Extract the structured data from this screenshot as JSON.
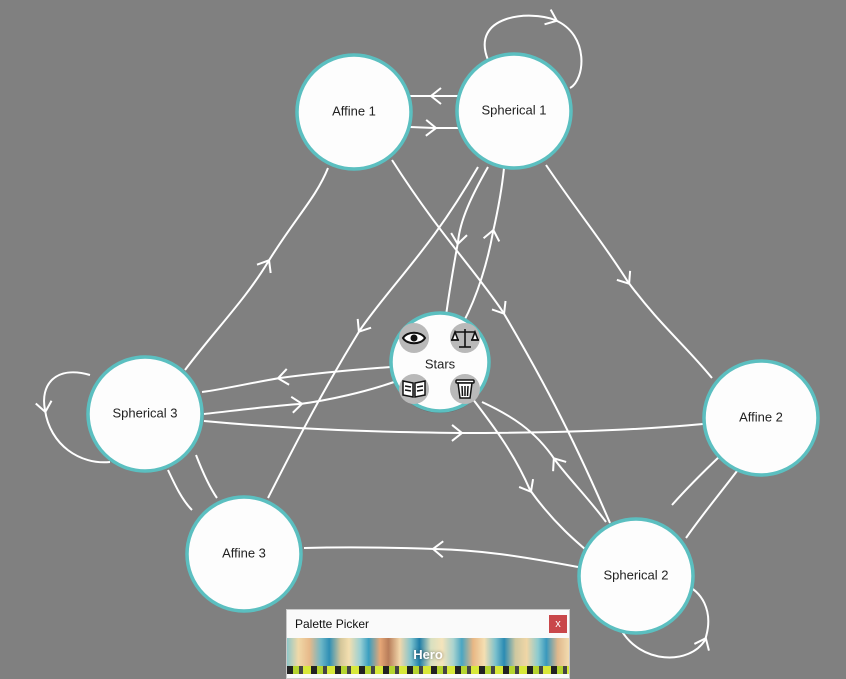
{
  "nodes": {
    "affine1": {
      "label": "Affine 1"
    },
    "spherical1": {
      "label": "Spherical 1"
    },
    "spherical3": {
      "label": "Spherical 3"
    },
    "affine2": {
      "label": "Affine 2"
    },
    "affine3": {
      "label": "Affine 3"
    },
    "spherical2": {
      "label": "Spherical 2"
    },
    "stars": {
      "label": "Stars"
    }
  },
  "stars_actions": [
    {
      "name": "eye-icon",
      "tooltip": "view"
    },
    {
      "name": "balance-scale-icon",
      "tooltip": "weight"
    },
    {
      "name": "open-book-icon",
      "tooltip": "details"
    },
    {
      "name": "trash-icon",
      "tooltip": "delete"
    }
  ],
  "palette_picker": {
    "title": "Palette Picker",
    "close_label": "x",
    "palette_name": "Hero"
  },
  "colors": {
    "background": "#808080",
    "node_fill": "#fdfdfd",
    "node_stroke": "#5bbfc0",
    "edge": "#ffffff",
    "close_button": "#c9474a"
  }
}
